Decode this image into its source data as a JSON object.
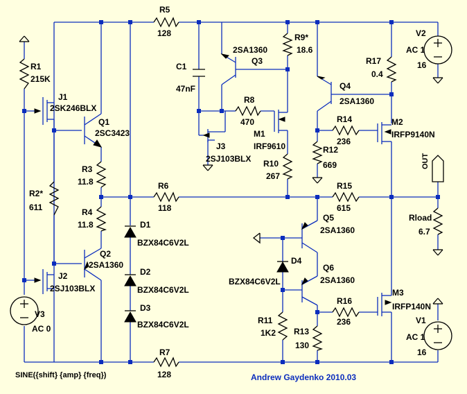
{
  "labels": {
    "R5": "R5",
    "R5_val": "128",
    "R9": "R9*",
    "R9_val": "18.6",
    "V2": "V2",
    "V2_ac": "AC 1",
    "V2_val": "16",
    "R1": "R1",
    "R1_val": "215K",
    "C1": "C1",
    "C1_val": "47nF",
    "Q3": "Q3",
    "Q3_type": "2SA1360",
    "R17": "R17",
    "R17_val": "0.4",
    "J1": "J1",
    "J1_type": "2SK246BLX",
    "R8": "R8",
    "R8_val": "470",
    "Q4": "Q4",
    "Q4_type": "2SA1360",
    "Q1": "Q1",
    "Q1_type": "2SC3423",
    "M1": "M1",
    "M1_type": "IRF9610",
    "R14": "R14",
    "R14_val": "236",
    "M2": "M2",
    "M2_type": "IRFP9140N",
    "J3": "J3",
    "J3_type": "2SJ103BLX",
    "R12": "R12",
    "R12_val": "669",
    "R3": "R3",
    "R3_val": "11.8",
    "R10": "R10",
    "R10_val": "267",
    "R2": "R2*",
    "R2_val": "611",
    "R6": "R6",
    "R6_val": "118",
    "R15": "R15",
    "R15_val": "615",
    "OUT": "OUT",
    "R4": "R4",
    "R4_val": "11.8",
    "Q5": "Q5",
    "Q5_type": "2SA1360",
    "Rload": "Rload",
    "Rload_val": "6.7",
    "D1": "D1",
    "D1_type": "BZX84C6V2L",
    "Q2": "Q2",
    "Q2_type": "2SA1360",
    "D4": "D4",
    "D4_type": "BZX84C6V2L",
    "Q6": "Q6",
    "Q6_type": "2SA1360",
    "J2": "J2",
    "J2_type": "2SJ103BLX",
    "D2": "D2",
    "D2_type": "BZX84C6V2L",
    "R16": "R16",
    "R16_val": "236",
    "M3": "M3",
    "M3_type": "IRFP140N",
    "D3": "D3",
    "D3_type": "BZX84C6V2L",
    "V3": "V3",
    "V3_ac": "AC 0",
    "V1": "V1",
    "V1_ac": "AC 1",
    "V1_val": "16",
    "R11": "R11",
    "R11_val": "1K2",
    "R13": "R13",
    "R13_val": "130",
    "R7": "R7",
    "R7_val": "128"
  },
  "signal_source": "SINE({shift} {amp} {freq})",
  "author": "Andrew Gaydenko 2010.03"
}
